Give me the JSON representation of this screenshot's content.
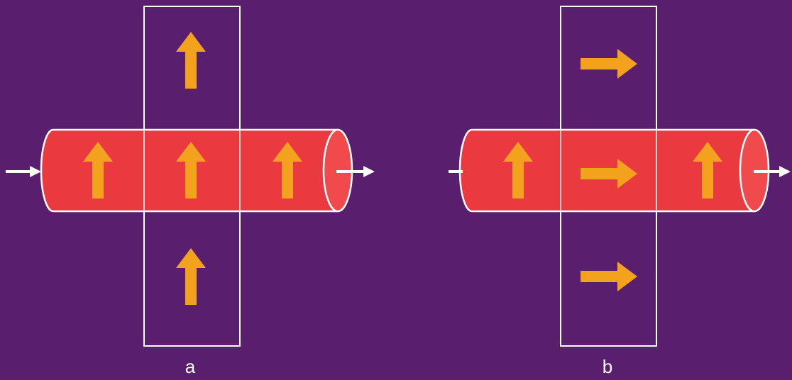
{
  "colors": {
    "background": "#5a1e6e",
    "tube": "#ea3a3f",
    "tube_cap": "#f04a4d",
    "arrow": "#f2a21c",
    "outline": "#ffffff"
  },
  "panels": [
    {
      "label": "a",
      "arrows": {
        "strip_top": "up",
        "tube_left": "up",
        "tube_center": "up",
        "tube_right": "up",
        "strip_bottom": "up"
      }
    },
    {
      "label": "b",
      "arrows": {
        "strip_top": "right",
        "tube_left": "up",
        "tube_center": "right",
        "tube_right": "up",
        "strip_bottom": "right"
      }
    }
  ],
  "icons": {
    "input_arrow": "white-arrow-in",
    "output_arrow": "white-arrow-out",
    "magnetization_arrow": "orange-arrow"
  }
}
